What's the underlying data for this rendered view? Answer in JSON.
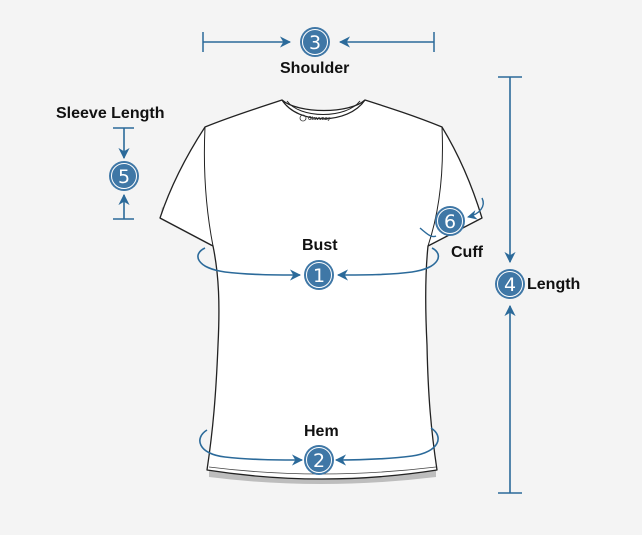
{
  "colors": {
    "background": "#f4f4f4",
    "accent": "#2b6a9a",
    "badge": "#3f77a6",
    "outline": "#222222",
    "trim": "#bdbdbd"
  },
  "brand": {
    "logo_text": "Giavvnay"
  },
  "measurements": [
    {
      "id": "bust",
      "number": "1",
      "label": "Bust"
    },
    {
      "id": "hem",
      "number": "2",
      "label": "Hem"
    },
    {
      "id": "shoulder",
      "number": "3",
      "label": "Shoulder"
    },
    {
      "id": "length",
      "number": "4",
      "label": "Length"
    },
    {
      "id": "sleeve-length",
      "number": "5",
      "label": "Sleeve Length"
    },
    {
      "id": "cuff",
      "number": "6",
      "label": "Cuff"
    }
  ]
}
